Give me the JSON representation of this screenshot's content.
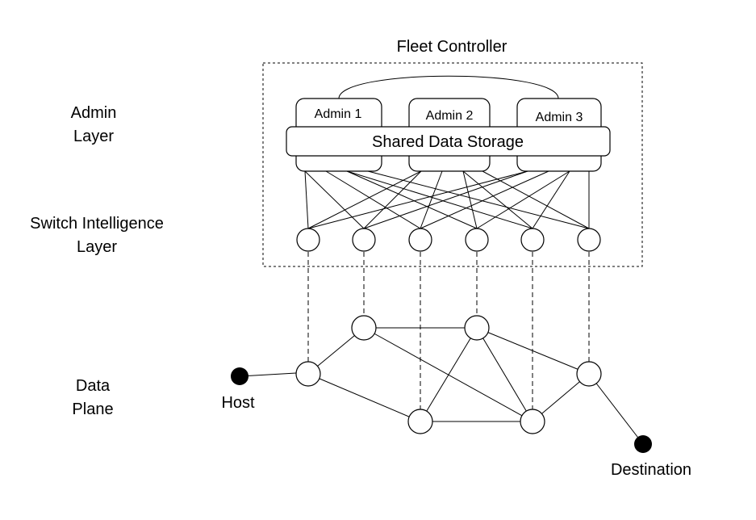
{
  "diagram": {
    "controller_title": "Fleet Controller",
    "layers": {
      "admin": [
        "Admin",
        "Layer"
      ],
      "switch": [
        "Switch Intelligence",
        "Layer"
      ],
      "data": [
        "Data",
        "Plane"
      ]
    },
    "admins": [
      "Admin 1",
      "Admin 2",
      "Admin 3"
    ],
    "storage_label": "Shared Data Storage",
    "endpoints": {
      "host": "Host",
      "destination": "Destination"
    },
    "colors": {
      "stroke": "#000000",
      "background": "#ffffff",
      "endpoint_fill": "#000000"
    }
  }
}
